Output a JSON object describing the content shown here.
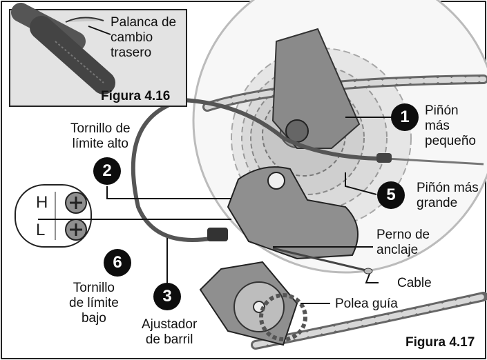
{
  "inset": {
    "figure_label": "Figura 4.16",
    "lever_label": "Palanca de\ncambio\ntrasero"
  },
  "main": {
    "figure_label": "Figura 4.17"
  },
  "callouts": {
    "c1": {
      "number": "1",
      "label": "Piñón\nmás\npequeño"
    },
    "c2": {
      "number": "2",
      "label": "Tornillo de\nlímite alto"
    },
    "c3": {
      "number": "3",
      "label": "Ajustador\nde barril"
    },
    "c5": {
      "number": "5",
      "label": "Piñón más\ngrande"
    },
    "c6": {
      "number": "6",
      "label": "Tornillo\nde límite\nbajo"
    }
  },
  "labels": {
    "anchor_bolt": "Perno de\nanclaje",
    "cable": "Cable",
    "guide_pulley": "Polea guía"
  },
  "screw_panel": {
    "high": "H",
    "low": "L"
  }
}
